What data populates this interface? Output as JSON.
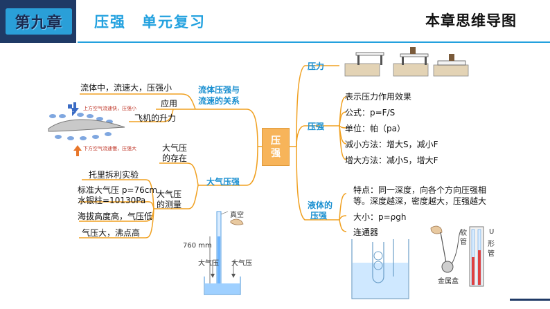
{
  "header": {
    "chapter_badge": "第九章",
    "title": "压强　单元复习",
    "right_title": "本章思维导图"
  },
  "center": {
    "line1": "压",
    "line2": "强"
  },
  "left": {
    "fluid": {
      "branch": "流体压强与流速的关系",
      "branch_line1": "流体压强与",
      "branch_line2": "流速的关系",
      "rule": "流体中，流速大，压强小",
      "application": "应用",
      "example": "飞机的升力",
      "wing_top_note": "上方空气流速快，压强小",
      "wing_bottom_note": "下方空气流速慢，压强大"
    },
    "atmosphere": {
      "branch": "大气压强",
      "existence_line1": "大气压",
      "existence_line2": "的存在",
      "measure_line1": "大气压",
      "measure_line2": "的测量",
      "torricelli": "托里拆利实验",
      "standard_line1": "标准大气压 p=76cm",
      "standard_line2": "水银柱=10130Pa",
      "altitude": "海拔高度高，气压低",
      "boiling": "气压大，沸点高",
      "diagram_vacuum": "真空",
      "diagram_height": "760 mm",
      "diagram_left_pressure": "大气压",
      "diagram_right_pressure": "大气压"
    }
  },
  "right": {
    "force": {
      "branch": "压力"
    },
    "pressure": {
      "branch": "压强",
      "meaning": "表示压力作用效果",
      "formula": "公式：p=F/S",
      "unit": "单位：帕（pa）",
      "decrease": "减小方法：增大S，减小F",
      "increase": "增大方法：减小S，增大F"
    },
    "liquid": {
      "branch_line1": "液体的",
      "branch_line2": "压强",
      "feature_line1": "特点：同一深度，向各个方向压强相",
      "feature_line2": "等。深度越深，密度越大，压强越大",
      "magnitude": "大小：p=ρgh",
      "connector": "连通器",
      "gauge_soft_tube_1": "软",
      "gauge_soft_tube_2": "管",
      "gauge_u_1": "U",
      "gauge_u_2": "形",
      "gauge_u_3": "管",
      "gauge_box": "金属盒"
    }
  },
  "colors": {
    "accent_blue": "#22a1df",
    "branch_orange": "#f0a020",
    "center_fill": "#f7b45a",
    "header_navy": "#1f3a66"
  }
}
